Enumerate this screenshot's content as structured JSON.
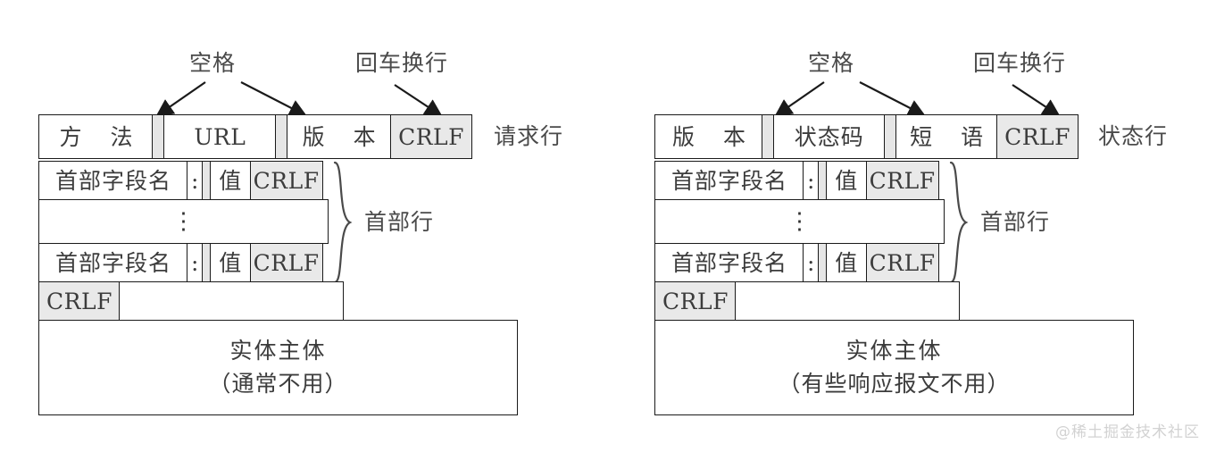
{
  "watermark": "@稀土掘金技术社区",
  "request": {
    "callouts": {
      "space": "空格",
      "crlf": "回车换行"
    },
    "start_line": {
      "label": "请求行",
      "cells": [
        {
          "text": "方 法",
          "kind": "plain"
        },
        {
          "text": "",
          "kind": "spacer"
        },
        {
          "text": "URL",
          "kind": "plain"
        },
        {
          "text": "",
          "kind": "spacer"
        },
        {
          "text": "版 本",
          "kind": "plain"
        },
        {
          "text": "CRLF",
          "kind": "gray"
        }
      ]
    },
    "header_lines": {
      "label": "首部行",
      "field_name": "首部字段名",
      "colon": ":",
      "value": "值",
      "crlf": "CRLF",
      "ellipsis": "⋮"
    },
    "blank_line": {
      "crlf": "CRLF"
    },
    "body": {
      "line1": "实体主体",
      "line2": "（通常不用）"
    }
  },
  "response": {
    "callouts": {
      "space": "空格",
      "crlf": "回车换行"
    },
    "start_line": {
      "label": "状态行",
      "cells": [
        {
          "text": "版 本",
          "kind": "plain"
        },
        {
          "text": "",
          "kind": "spacer"
        },
        {
          "text": "状态码",
          "kind": "plain"
        },
        {
          "text": "",
          "kind": "spacer"
        },
        {
          "text": "短 语",
          "kind": "plain"
        },
        {
          "text": "CRLF",
          "kind": "gray"
        }
      ]
    },
    "header_lines": {
      "label": "首部行",
      "field_name": "首部字段名",
      "colon": ":",
      "value": "值",
      "crlf": "CRLF",
      "ellipsis": "⋮"
    },
    "blank_line": {
      "crlf": "CRLF"
    },
    "body": {
      "line1": "实体主体",
      "line2": "（有些响应报文不用）"
    }
  }
}
